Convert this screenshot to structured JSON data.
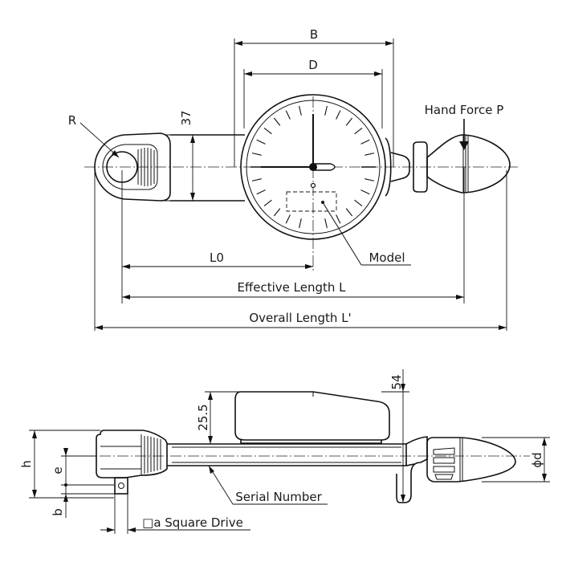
{
  "top_view": {
    "label_B": "B",
    "label_D": "D",
    "label_37": "37",
    "label_R": "R",
    "label_hand_force": "Hand Force P",
    "label_L0": "L0",
    "label_model": "Model",
    "label_effective_length": "Effective Length L",
    "label_overall_length": "Overall Length L'"
  },
  "side_view": {
    "label_54": "54",
    "label_25_5": "25.5",
    "label_h": "h",
    "label_e": "e",
    "label_b": "b",
    "label_phi_d": "ϕd",
    "label_serial_number": "Serial Number",
    "label_square_drive": "□a Square Drive"
  }
}
